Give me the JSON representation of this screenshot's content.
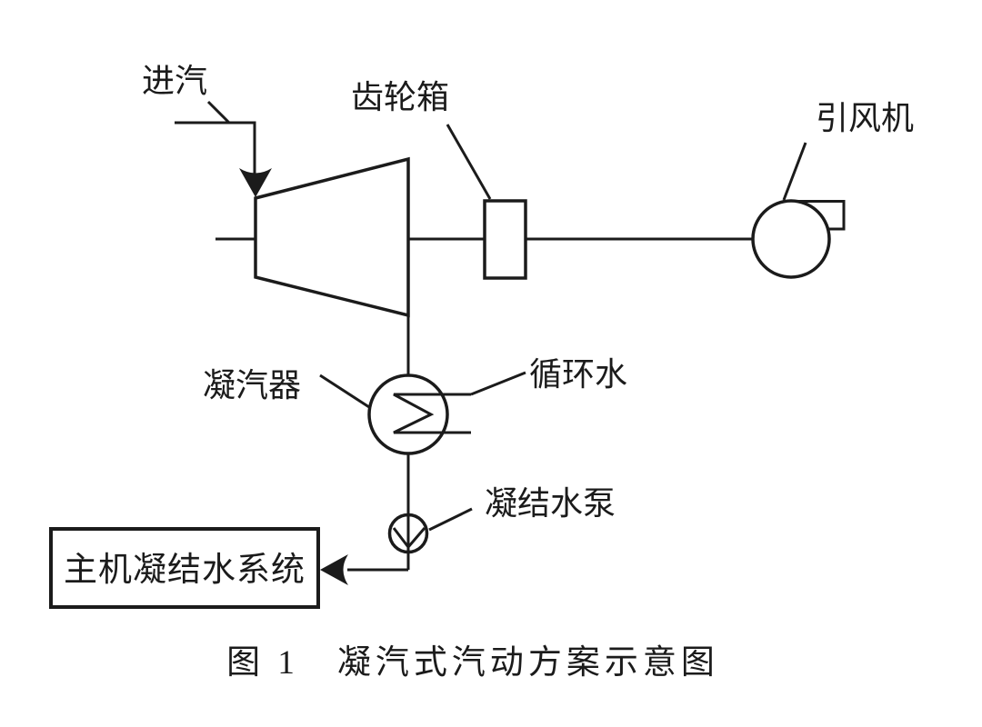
{
  "figure": {
    "type": "schematic-diagram",
    "caption": "图 1　凝汽式汽动方案示意图",
    "labels": {
      "steam_inlet": "进汽",
      "gearbox": "齿轮箱",
      "induced_draft_fan": "引风机",
      "condenser": "凝汽器",
      "circulating_water": "循环水",
      "condensate_pump": "凝结水泵",
      "main_condensate_system": "主机凝结水系统"
    },
    "colors": {
      "line": "#1b1b1b",
      "background": "#ffffff"
    }
  }
}
